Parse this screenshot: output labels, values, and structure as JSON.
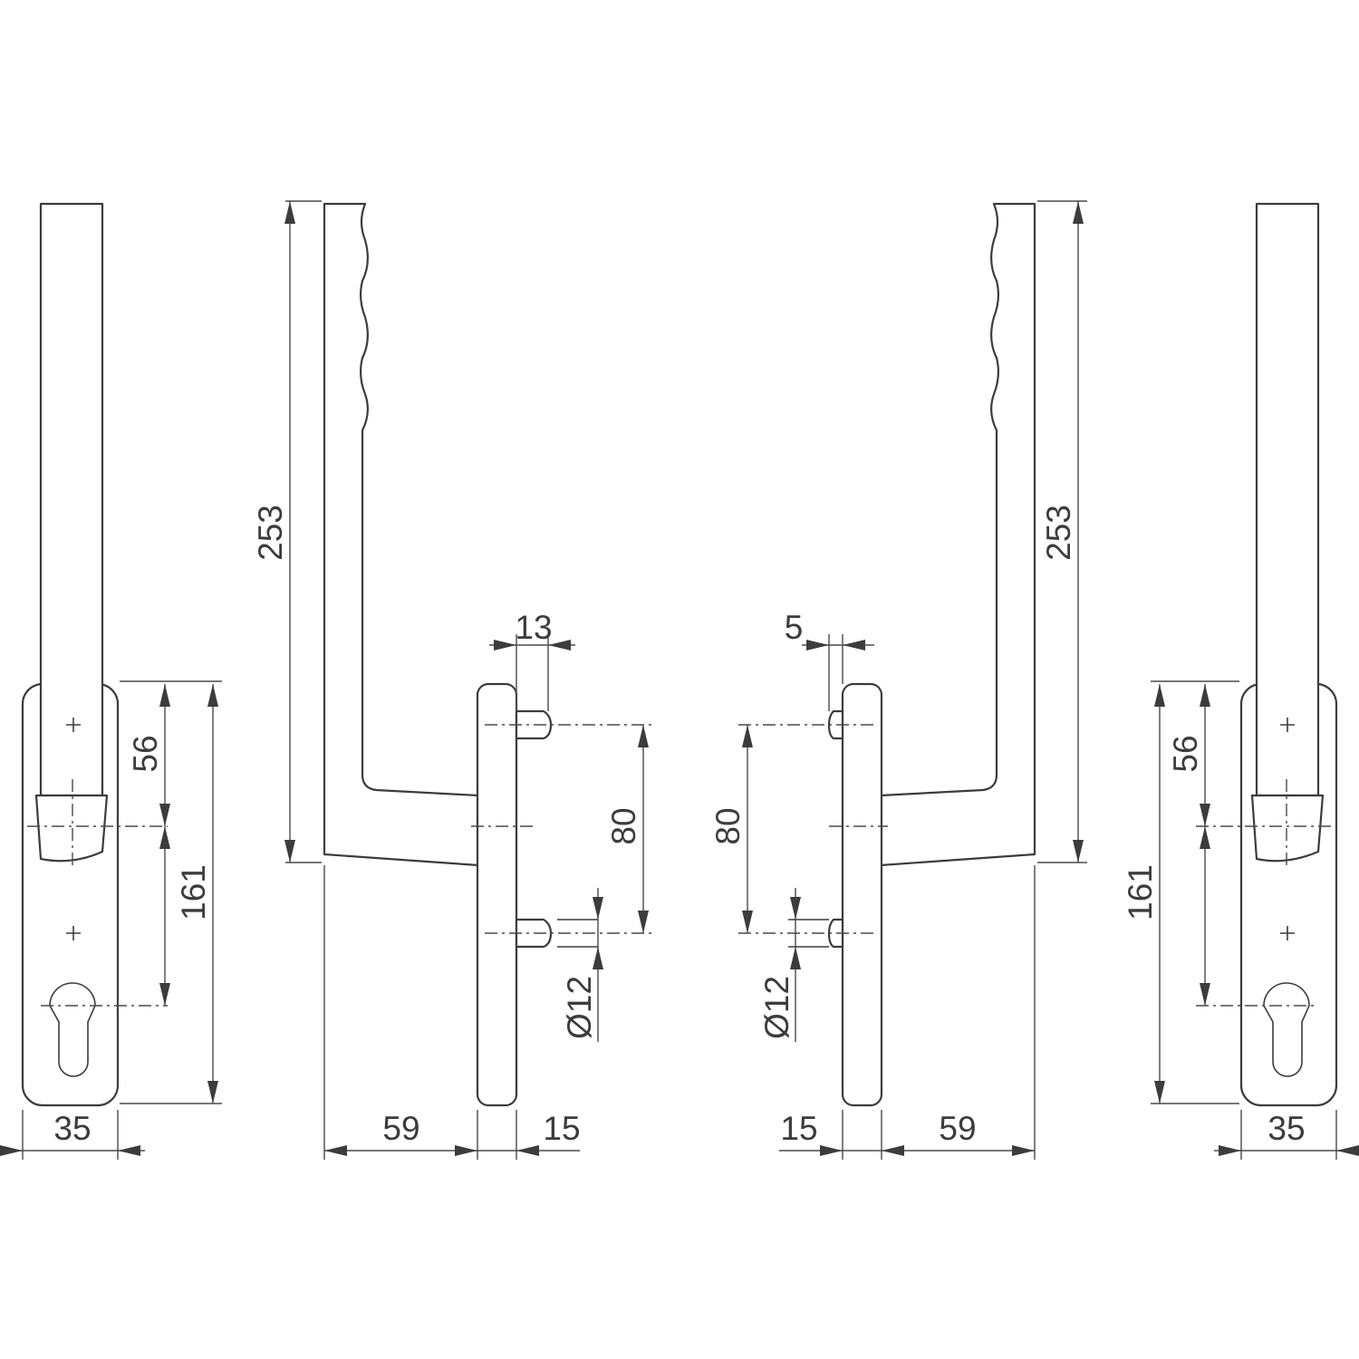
{
  "colors": {
    "line": "#3c3c3c",
    "background": "#ffffff"
  },
  "dimensions": {
    "front_left": {
      "width": "35",
      "spindle_to_screw": "56",
      "total_height": "161"
    },
    "side_left": {
      "handle_height": "253",
      "handle_projection": "59",
      "rose_depth": "15",
      "screw_spacing": "80",
      "pin_length": "13",
      "pin_diameter": "Ø12"
    },
    "side_right": {
      "handle_height": "253",
      "handle_projection": "59",
      "rose_depth": "15",
      "screw_spacing": "80",
      "pin_length": "5",
      "pin_diameter": "Ø12"
    },
    "front_right": {
      "width": "35",
      "spindle_to_screw": "56",
      "total_height": "161"
    }
  }
}
